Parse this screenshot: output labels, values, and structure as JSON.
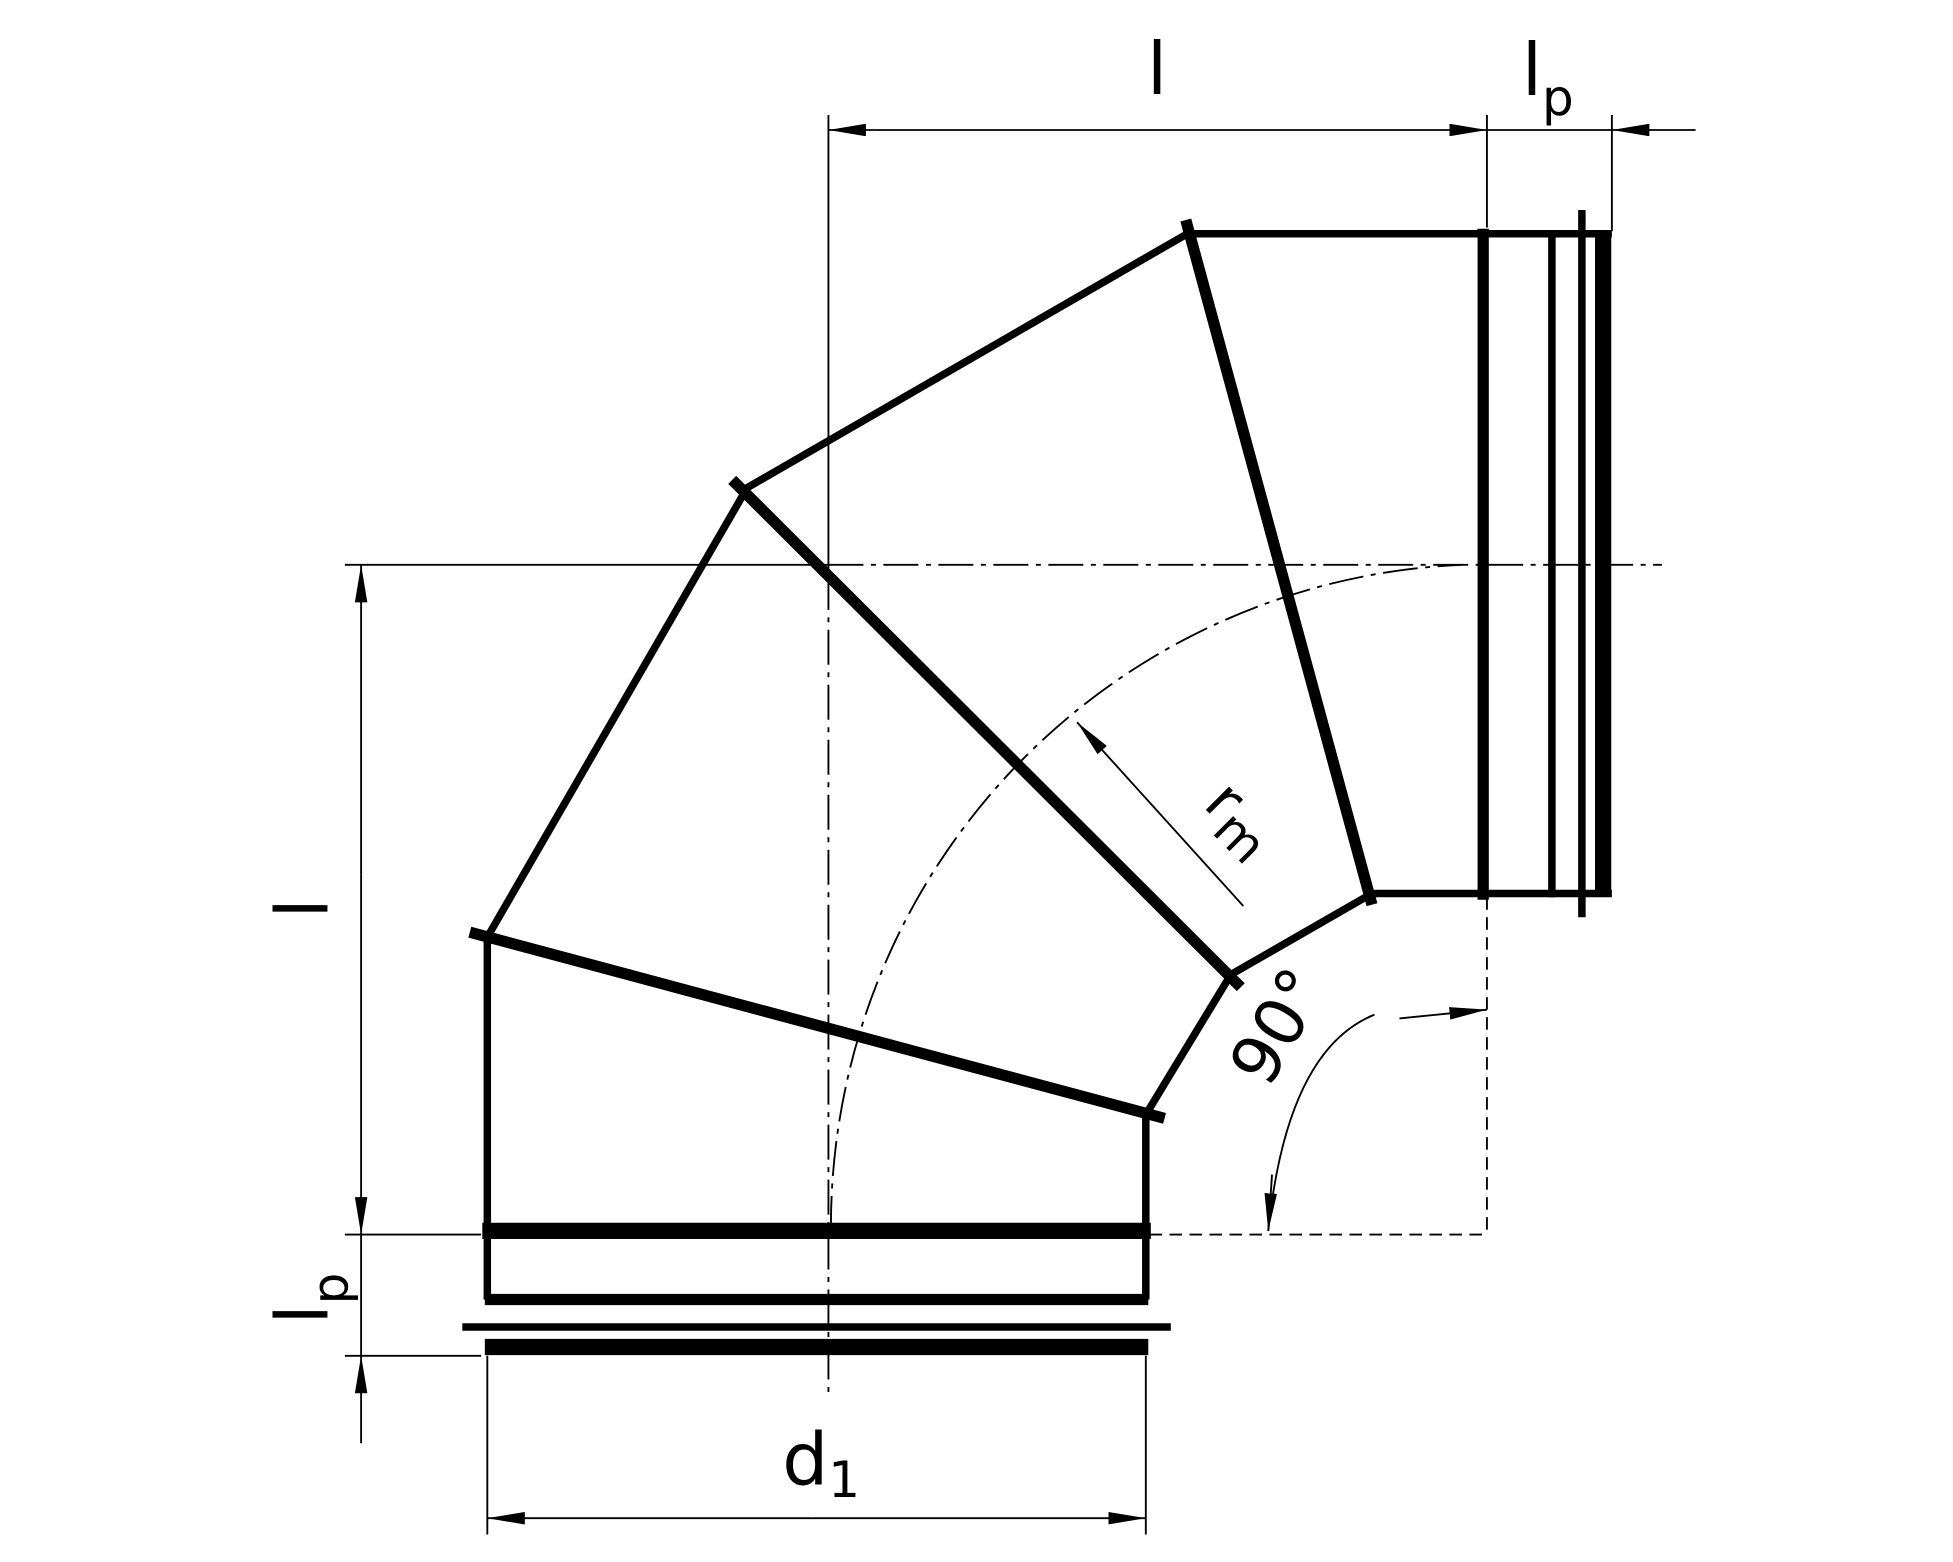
{
  "labels": {
    "top_length": "l",
    "top_socket_base": "l",
    "top_socket_sub": "p",
    "left_length": "l",
    "left_socket_base": "l",
    "left_socket_sub": "p",
    "diameter_base": "d",
    "diameter_sub": "1",
    "radius_base": "r",
    "radius_sub": "m",
    "angle": "90°"
  }
}
